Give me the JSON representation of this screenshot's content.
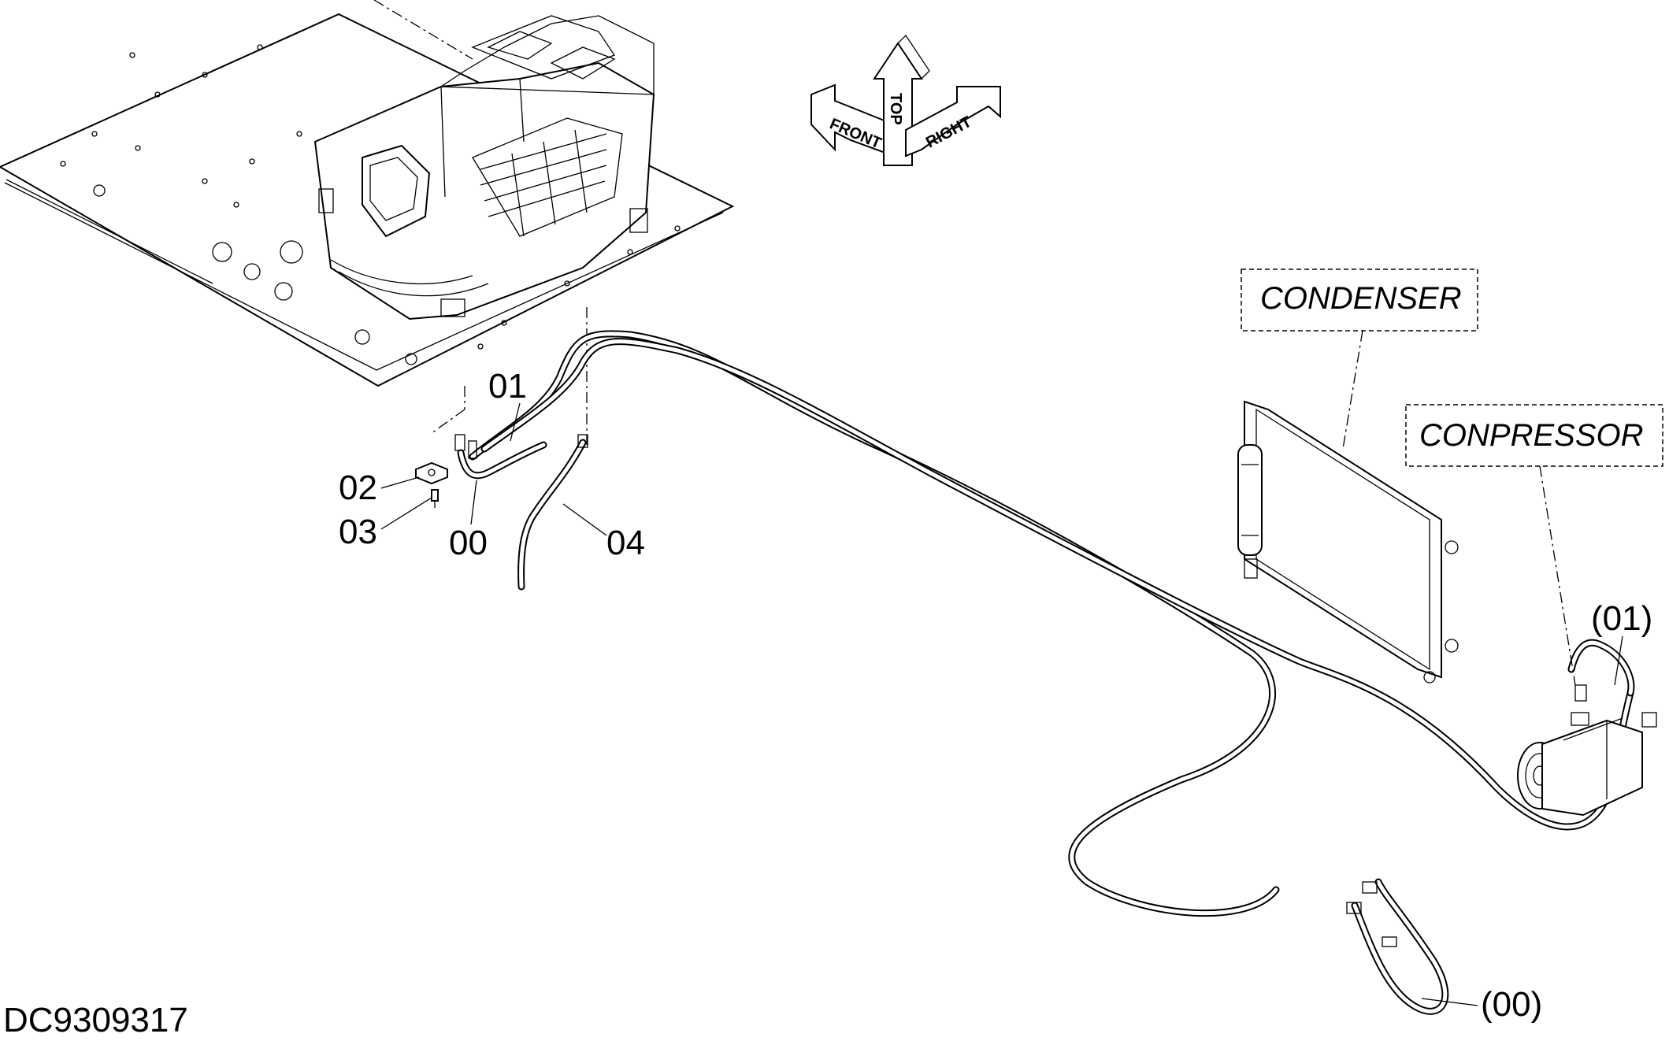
{
  "drawing_code": "DC9309317",
  "orientation": {
    "front": "FRONT",
    "top": "TOP",
    "right": "RIGHT"
  },
  "components": {
    "condenser": "CONDENSER",
    "compressor": "CONPRESSOR"
  },
  "part_labels": {
    "p01": "01",
    "p02": "02",
    "p03": "03",
    "p00": "00",
    "p04": "04",
    "p01_ref": "(01)",
    "p00_ref": "(00)"
  }
}
